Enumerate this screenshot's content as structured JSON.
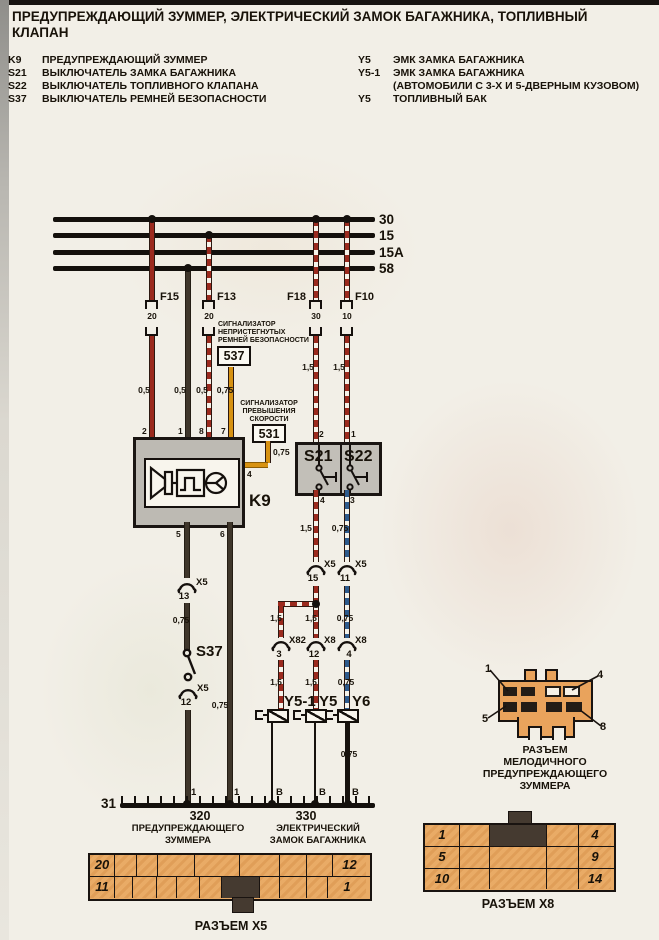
{
  "header": {
    "title1": "ПРЕДУПРЕЖДАЮЩИЙ ЗУММЕР, ЭЛЕКТРИЧЕСКИЙ ЗАМОК БАГАЖНИКА, ТОПЛИВНЫЙ",
    "title2": "КЛАПАН"
  },
  "legend": {
    "l1": {
      "code": "K9",
      "desc": "ПРЕДУПРЕЖДАЮЩИЙ ЗУММЕР"
    },
    "l2": {
      "code": "S21",
      "desc": "ВЫКЛЮЧАТЕЛЬ ЗАМКА БАГАЖНИКА"
    },
    "l3": {
      "code": "S22",
      "desc": "ВЫКЛЮЧАТЕЛЬ ТОПЛИВНОГО КЛАПАНА"
    },
    "l4": {
      "code": "S37",
      "desc": "ВЫКЛЮЧАТЕЛЬ РЕМНЕЙ БЕЗОПАСНОСТИ"
    },
    "r1": {
      "code": "Y5",
      "desc": "ЭМК ЗАМКА БАГАЖНИКА"
    },
    "r2": {
      "code": "Y5-1",
      "desc": "ЭМК ЗАМКА БАГАЖНИКА"
    },
    "r3": {
      "code": "",
      "desc": "(АВТОМОБИЛИ С 3-Х И 5-ДВЕРНЫМ КУЗОВОМ)"
    },
    "r4": {
      "code": "Y5",
      "desc": "ТОПЛИВНЫЙ БАК"
    }
  },
  "buses": {
    "b30": "30",
    "b15": "15",
    "b15a": "15A",
    "b58": "58"
  },
  "fuses": {
    "f15": {
      "name": "F15",
      "amp": "20"
    },
    "f13": {
      "name": "F13",
      "amp": "20"
    },
    "f18": {
      "name": "F18",
      "amp": "30"
    },
    "f10": {
      "name": "F10",
      "amp": "10"
    }
  },
  "ind537": {
    "l1": "СИГНАЛИЗАТОР",
    "l2": "НЕПРИСТЕГНУТЫХ",
    "l3": "РЕМНЕЙ БЕЗОПАСНОСТИ",
    "ref": "537"
  },
  "ind531": {
    "l1": "СИГНАЛИЗАТОР",
    "l2": "ПРЕВЫШЕНИЯ",
    "l3": "СКОРОСТИ",
    "ref": "531"
  },
  "k9": {
    "label": "K9",
    "p2": "2",
    "p1": "1",
    "p8": "8",
    "p7": "7",
    "p4": "4",
    "p5": "5",
    "p6": "6"
  },
  "sw": {
    "s21": "S21",
    "s22": "S22",
    "p2": "2",
    "p1": "1",
    "p4": "4",
    "p3": "3"
  },
  "s37": {
    "label": "S37"
  },
  "sizes": {
    "a": "0,5",
    "b": "0,5",
    "c": "0,5",
    "d": "0,75",
    "g_top": "1,5",
    "h_top": "1,5",
    "s531": "0,75",
    "g_mid": "1,5",
    "h_mid": "0,75",
    "e": "0,75",
    "f": "0,75",
    "br_up_l": "1,5",
    "br_up_m": "1,5",
    "blue_up": "0,75",
    "br_dn_l": "1,5",
    "br_dn_m": "1,5",
    "blue_dn": "0,75",
    "y6": "0,75"
  },
  "ic": {
    "x5a": {
      "name": "X5",
      "pin": "13"
    },
    "x5b": {
      "name": "X5",
      "pin": "12"
    },
    "x5c": {
      "name": "X5",
      "pin": "15"
    },
    "x5d": {
      "name": "X5",
      "pin": "11"
    },
    "x82": {
      "name": "X82",
      "pin": "3"
    },
    "x8a": {
      "name": "X8",
      "pin": "12"
    },
    "x8b": {
      "name": "X8",
      "pin": "4"
    }
  },
  "dev": {
    "y51": "Y5-1",
    "y5": "Y5",
    "y6": "Y6"
  },
  "gnd": {
    "bus": "31",
    "pt1": "1",
    "pt2": "1",
    "pt3": "B",
    "pt4": "B",
    "pt5": "B",
    "n320": "320",
    "c320a": "ПРЕДУПРЕЖДАЮЩЕГО",
    "c320b": "ЗУММЕРА",
    "n330": "330",
    "c330a": "ЭЛЕКТРИЧЕСКИЙ",
    "c330b": "ЗАМОК БАГАЖНИКА"
  },
  "mel": {
    "p1": "1",
    "p4": "4",
    "p5": "5",
    "p8": "8",
    "c1": "РАЗЪЕМ",
    "c2": "МЕЛОДИЧНОГО",
    "c3": "ПРЕДУПРЕЖДАЮЩЕГО",
    "c4": "ЗУММЕРА"
  },
  "cx5": {
    "caption": "РАЗЪЕМ X5",
    "tl": "20",
    "tr": "12",
    "bl": "11",
    "br": "1"
  },
  "cx8": {
    "caption": "РАЗЪЕМ X8",
    "a1": "1",
    "a4": "4",
    "b5": "5",
    "b9": "9",
    "c10": "10",
    "c14": "14"
  },
  "colors": {
    "wire_red": "#9b2a1e",
    "wire_blue": "#2d5a8c",
    "wire_yellow": "#d79212",
    "wire_dark": "#3f362b",
    "connector_orange": "#e9ab66",
    "box_gray": "#bdbab3"
  }
}
